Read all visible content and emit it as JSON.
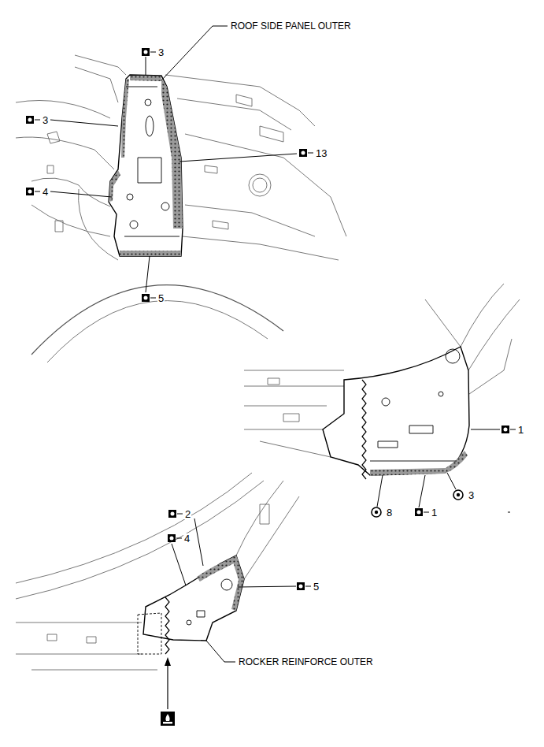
{
  "diagram": {
    "labels": [
      "3",
      "ROOF SIDE PANEL OUTER",
      "3",
      "13",
      "4",
      "5",
      "1",
      "3",
      "8",
      "1",
      "2",
      "4",
      "5",
      "ROCKER REINFORCE OUTER"
    ]
  }
}
